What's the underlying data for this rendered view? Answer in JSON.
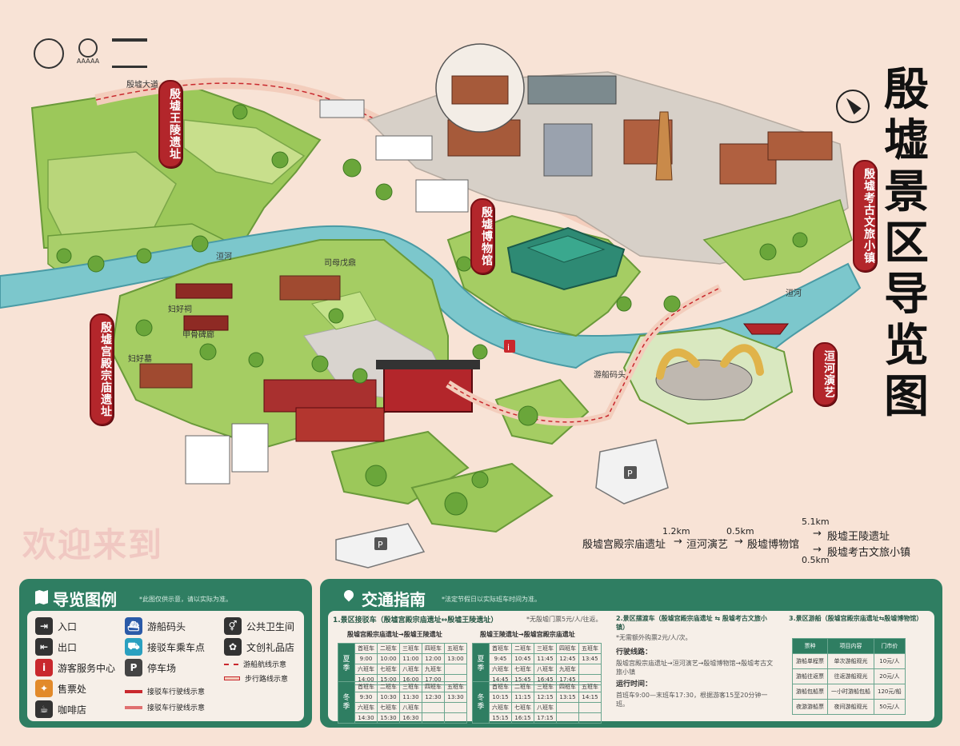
{
  "title": "殷墟景区导览图",
  "title_chars": [
    "殷",
    "墟",
    "景",
    "区",
    "导",
    "览",
    "图"
  ],
  "logos": [
    "AAAAA"
  ],
  "labels": {
    "wangling": "殷墟王陵遗址",
    "museum": "殷墟博物馆",
    "zongmiao": "殷墟宫殿宗庙遗址",
    "town": "殷墟考古文旅小镇",
    "show": "洹河演艺"
  },
  "map_text": {
    "yinxu_road": "殷墟大道",
    "huanhe": "洹河",
    "huanhe2": "洹河",
    "ferry": "游船码头",
    "fuhao": "妇好墓",
    "simuwu": "司母戊鼎",
    "fuhao_shrine": "妇好祠",
    "jiayuan": "甲骨碑廊",
    "hall": "殷墟宫殿宗庙遗址",
    "arch_site": "殷墟考古文旅小镇"
  },
  "welcome": "欢迎来到",
  "route": {
    "start": "殷墟宫殿宗庙遗址",
    "arrow1": "→",
    "d1": "1.2km",
    "mid1": "洹河演艺",
    "arrow2": "→",
    "d2": "0.5km",
    "mid2": "殷墟博物馆",
    "d3": "5.1km",
    "arrow3": "→",
    "end1": "殷墟王陵遗址",
    "arrow4": "→",
    "end2": "殷墟考古文旅小镇",
    "d4": "0.5km"
  },
  "legend": {
    "title": "导览图例",
    "note": "*此图仅供示意，请以实际为准。",
    "items": [
      {
        "icon": "entrance-icon",
        "label": "入口",
        "color": "#333"
      },
      {
        "icon": "exit-icon",
        "label": "出口",
        "color": "#333"
      },
      {
        "icon": "info-icon",
        "label": "游客服务中心",
        "color": "#c9282d"
      },
      {
        "icon": "ticket-icon",
        "label": "售票处",
        "color": "#e28a2a"
      },
      {
        "icon": "coffee-icon",
        "label": "咖啡店",
        "color": "#333"
      },
      {
        "icon": "boat-icon",
        "label": "游船码头",
        "color": "#2a5aa8"
      },
      {
        "icon": "shuttle-icon",
        "label": "接驳车乘车点",
        "color": "#2aa0c0"
      },
      {
        "icon": "parking-icon",
        "label": "停车场",
        "color": "#444"
      },
      {
        "icon": "toilet-icon",
        "label": "公共卫生间",
        "color": "#333"
      },
      {
        "icon": "gift-icon",
        "label": "文创礼品店",
        "color": "#333"
      },
      {
        "icon": "boat-route-icon",
        "label": "游船航线示意"
      },
      {
        "icon": "walk-route-icon",
        "label": "步行路线示意"
      },
      {
        "icon": "shuttle-route-icon",
        "label": "接驳车行驶线示意"
      },
      {
        "icon": "shuttle-route-icon-2",
        "label": "接驳车行驶线示意"
      }
    ]
  },
  "traffic": {
    "title": "交通指南",
    "note": "*法定节假日以实际班车时间为准。",
    "s1_title": "1.景区接驳车（殷墟宫殿宗庙遗址↔殷墟王陵遗址）",
    "s1_note": "*无殷墟门票5元/人/往返。",
    "t1_title": "殷墟宫殿宗庙遗址→殷墟王陵遗址",
    "t2_title": "殷墟王陵遗址→殷墟宫殿宗庙遗址",
    "summer": "夏季",
    "winter": "冬季",
    "t1_summer": [
      [
        "首班车",
        "二班车",
        "三班车",
        "四班车",
        "五班车"
      ],
      [
        "9:00",
        "10:00",
        "11:00",
        "12:00",
        "13:00"
      ],
      [
        "六班车",
        "七班车",
        "八班车",
        "九班车",
        ""
      ],
      [
        "14:00",
        "15:00",
        "16:00",
        "17:00",
        ""
      ]
    ],
    "t1_winter": [
      [
        "首班车",
        "二班车",
        "三班车",
        "四班车",
        "五班车"
      ],
      [
        "9:30",
        "10:30",
        "11:30",
        "12:30",
        "13:30"
      ],
      [
        "六班车",
        "七班车",
        "八班车",
        "",
        ""
      ],
      [
        "14:30",
        "15:30",
        "16:30",
        "",
        ""
      ]
    ],
    "t2_summer": [
      [
        "首班车",
        "二班车",
        "三班车",
        "四班车",
        "五班车"
      ],
      [
        "9:45",
        "10:45",
        "11:45",
        "12:45",
        "13:45"
      ],
      [
        "六班车",
        "七班车",
        "八班车",
        "九班车",
        ""
      ],
      [
        "14:45",
        "15:45",
        "16:45",
        "17:45",
        ""
      ]
    ],
    "t2_winter": [
      [
        "首班车",
        "二班车",
        "三班车",
        "四班车",
        "五班车"
      ],
      [
        "10:15",
        "11:15",
        "12:15",
        "13:15",
        "14:15"
      ],
      [
        "六班车",
        "七班车",
        "八班车",
        "",
        ""
      ],
      [
        "15:15",
        "16:15",
        "17:15",
        "",
        ""
      ]
    ],
    "s2_title": "2.景区摆渡车（殷墟宫殿宗庙遗址 ⇆ 殷墟考古文旅小镇）",
    "s2_note": "*无需额外购票2元/人/次。",
    "s2_route_title": "行驶线路：",
    "s2_route": "殷墟宫殿宗庙遗址→洹河演艺→殷墟博物馆→殷墟考古文旅小镇",
    "s2_time_title": "运行时间：",
    "s2_time": "首班车9:00—末班车17:30，根据游客15至20分钟一班。",
    "s3_title": "3.景区游船（殷墟宫殿宗庙遗址⇆殷墟博物馆）",
    "fee_head": [
      "票种",
      "项目内容",
      "门市价"
    ],
    "fee_rows": [
      [
        "游船单程票",
        "单次游船观光",
        "10元/人"
      ],
      [
        "游船往返票",
        "往返游船观光",
        "20元/人"
      ],
      [
        "游船包船票",
        "一小时游船包船",
        "120元/船"
      ],
      [
        "夜游游船票",
        "夜间游船观光",
        "50元/人"
      ]
    ]
  }
}
